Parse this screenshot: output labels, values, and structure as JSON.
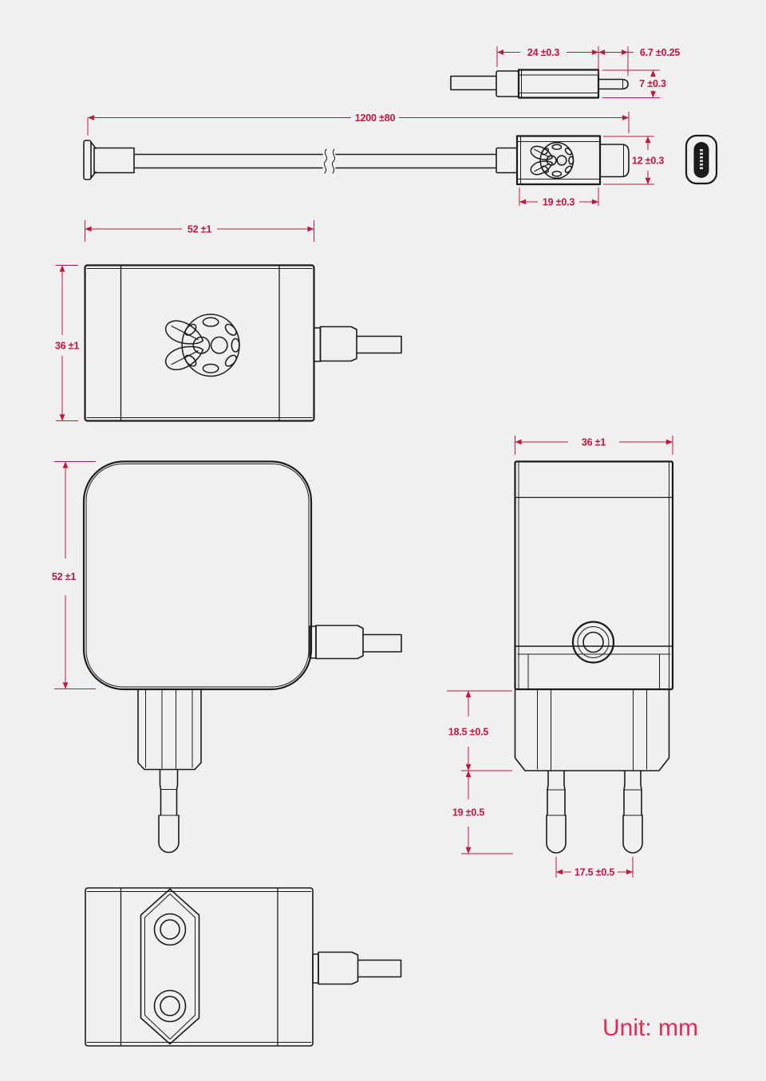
{
  "unit_label": "Unit: mm",
  "colors": {
    "background": "#f0f0f0",
    "line": "#1b1b1b",
    "dimension": "#c2153d",
    "unit_text": "#e22a56"
  },
  "views": {
    "usb_connector_side": {
      "dim_body_length": "24 ±0.3",
      "dim_tip_length": "6.7 ±0.25",
      "dim_height": "7 ±0.3"
    },
    "cable_assembly": {
      "dim_cable_length": "1200 ±80",
      "dim_connector_width": "12 ±0.3",
      "dim_connector_length": "19 ±0.3"
    },
    "psu_top": {
      "dim_width": "52 ±1",
      "dim_depth": "36 ±1"
    },
    "psu_front": {
      "dim_height": "52 ±1"
    },
    "psu_side": {
      "dim_width": "36 ±1",
      "dim_shroud_height": "18.5 ±0.5",
      "dim_pin_length": "19 ±0.5",
      "dim_pin_spacing": "17.5 ±0.5"
    }
  }
}
